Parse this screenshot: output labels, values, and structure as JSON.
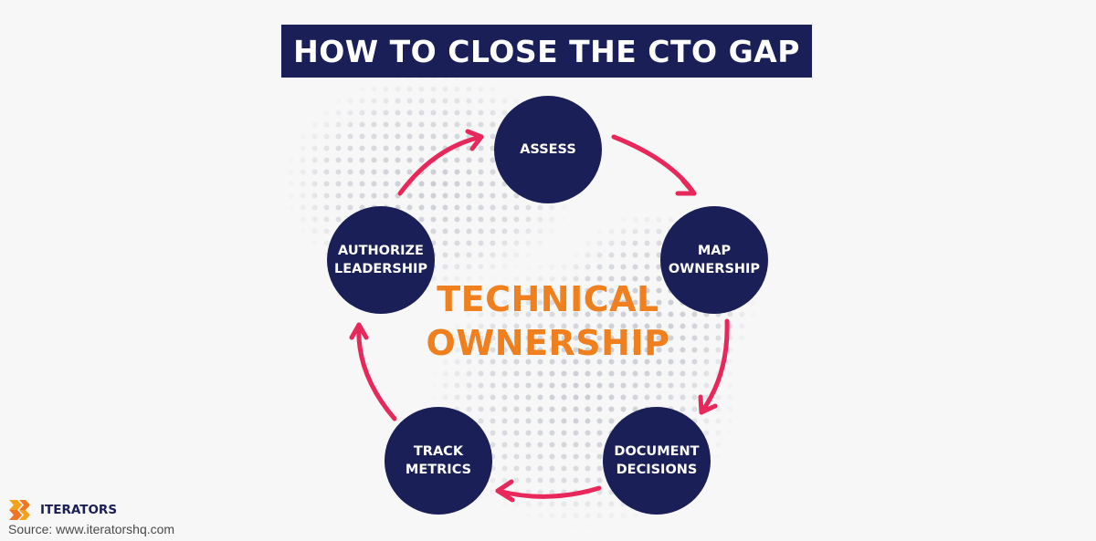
{
  "title": "HOW TO CLOSE THE CTO GAP",
  "center_label": "TECHNICAL\nOWNERSHIP",
  "nodes": [
    {
      "label": "ASSESS"
    },
    {
      "label": "MAP\nOWNERSHIP"
    },
    {
      "label": "DOCUMENT\nDECISIONS"
    },
    {
      "label": "TRACK\nMETRICS"
    },
    {
      "label": "AUTHORIZE\nLEADERSHIP"
    }
  ],
  "brand": {
    "name": "ITERATORS",
    "logo_icon": "iterators-logo-icon",
    "logo_colors": [
      "#f3a21b",
      "#ee7623"
    ]
  },
  "source": "Source: www.iteratorshq.com",
  "colors": {
    "background": "#f7f7f8",
    "navy": "#1a1f57",
    "arrow": "#e8275a",
    "orange": "#f07f1e",
    "dots": "#c9ccd2"
  }
}
